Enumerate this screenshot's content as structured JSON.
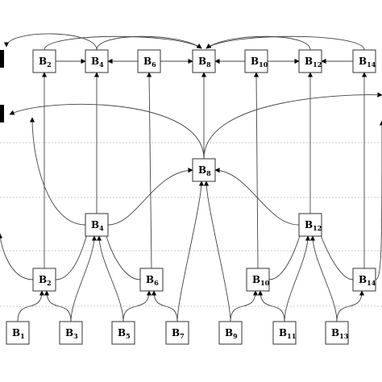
{
  "colors": {
    "edge": "#444444",
    "box_stroke": "#333333",
    "guide": "#bbbbbb",
    "bar": "#000000"
  },
  "top_row": [
    {
      "id": "t2",
      "base": "B",
      "sub": "2"
    },
    {
      "id": "t4",
      "base": "B",
      "sub": "4"
    },
    {
      "id": "t6",
      "base": "B",
      "sub": "6"
    },
    {
      "id": "t8",
      "base": "B",
      "sub": "8"
    },
    {
      "id": "t10",
      "base": "B",
      "sub": "10"
    },
    {
      "id": "t12",
      "base": "B",
      "sub": "12"
    },
    {
      "id": "t14",
      "base": "B",
      "sub": "14"
    }
  ],
  "tree": [
    {
      "id": "m8",
      "base": "B",
      "sub": "8"
    },
    {
      "id": "m4",
      "base": "B",
      "sub": "4"
    },
    {
      "id": "m12",
      "base": "B",
      "sub": "12"
    },
    {
      "id": "m2",
      "base": "B",
      "sub": "2"
    },
    {
      "id": "m6",
      "base": "B",
      "sub": "6"
    },
    {
      "id": "m10",
      "base": "B",
      "sub": "10"
    },
    {
      "id": "m14",
      "base": "B",
      "sub": "14"
    }
  ],
  "bottom_row": [
    {
      "id": "b1",
      "base": "B",
      "sub": "1"
    },
    {
      "id": "b3",
      "base": "B",
      "sub": "3"
    },
    {
      "id": "b5",
      "base": "B",
      "sub": "5"
    },
    {
      "id": "b7",
      "base": "B",
      "sub": "7"
    },
    {
      "id": "b9",
      "base": "B",
      "sub": "9"
    },
    {
      "id": "b11",
      "base": "B",
      "sub": "11"
    },
    {
      "id": "b13",
      "base": "B",
      "sub": "13"
    }
  ]
}
